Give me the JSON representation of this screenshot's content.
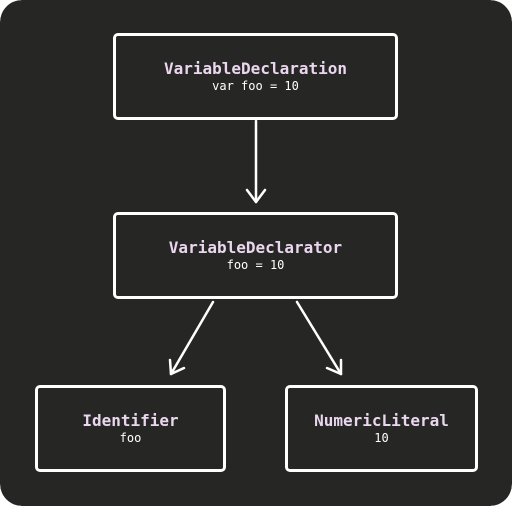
{
  "colors": {
    "background": "#262724",
    "border": "#ffffff",
    "title": "#ead6ee",
    "code": "#ffffff",
    "arrow": "#ffffff"
  },
  "nodes": {
    "variable_declaration": {
      "type": "VariableDeclaration",
      "code": "var foo = 10"
    },
    "variable_declarator": {
      "type": "VariableDeclarator",
      "code": "foo = 10"
    },
    "identifier": {
      "type": "Identifier",
      "code": "foo"
    },
    "numeric_literal": {
      "type": "NumericLiteral",
      "code": "10"
    }
  },
  "edges": [
    {
      "from": "variable_declaration",
      "to": "variable_declarator"
    },
    {
      "from": "variable_declarator",
      "to": "identifier"
    },
    {
      "from": "variable_declarator",
      "to": "numeric_literal"
    }
  ]
}
